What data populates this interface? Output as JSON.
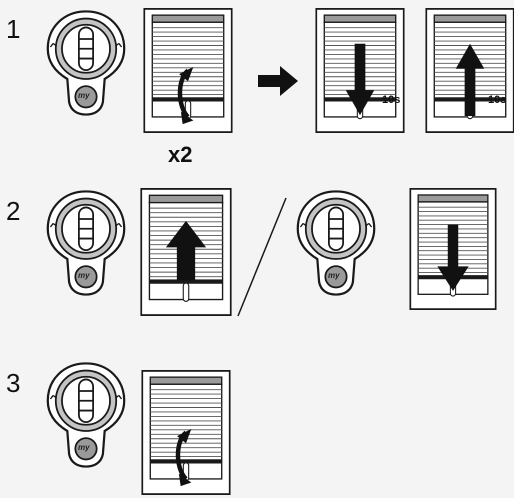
{
  "steps": [
    {
      "number": "1",
      "multiplier": "x2",
      "duration_down": "10s",
      "duration_up": "10s",
      "button_label": "my"
    },
    {
      "number": "2",
      "button_label_a": "my",
      "button_label_b": "my"
    },
    {
      "number": "3",
      "button_label": "my"
    }
  ],
  "colors": {
    "background": "#f4f4f4",
    "line": "#1a1a1a",
    "remote_grey": "#b9b9b9",
    "my_button": "#9a9a9a"
  },
  "icons": [
    "remote-control-icon",
    "window-blind-icon",
    "up-arrow-icon",
    "down-arrow-icon",
    "curved-double-arrow-icon",
    "right-arrow-icon"
  ]
}
